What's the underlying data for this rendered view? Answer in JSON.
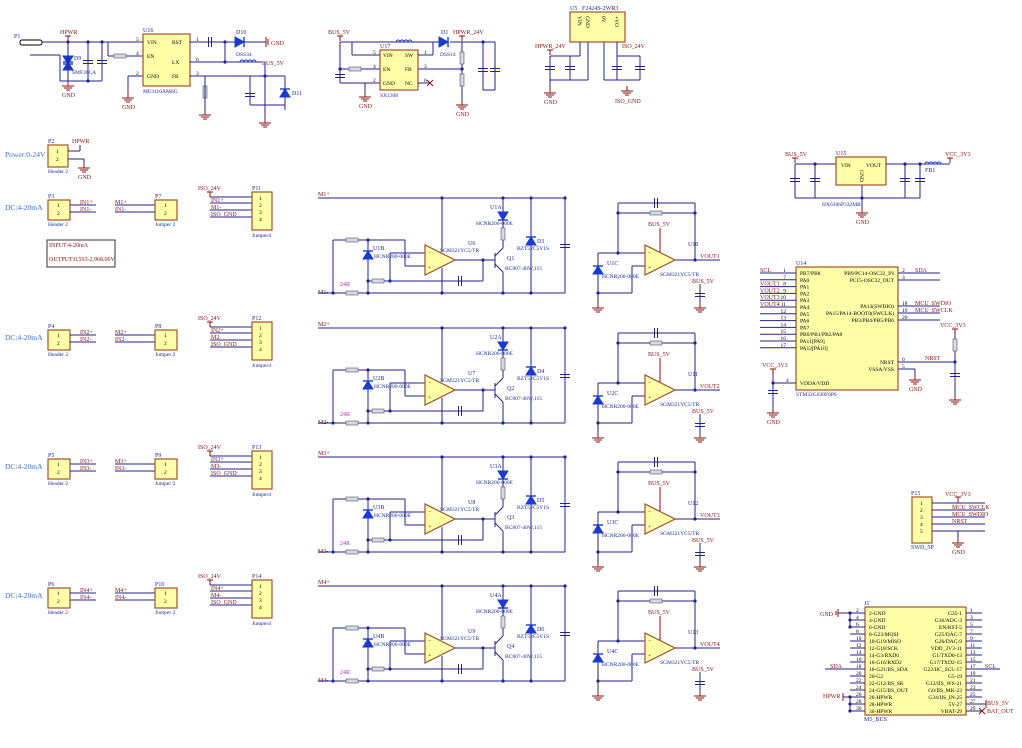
{
  "colors": {
    "wire": "#23238e",
    "net_label": "#8b1010",
    "designator": "#1a2a9a",
    "component_fill": "#ffffa8",
    "component_border": "#a0522d",
    "section_label": "#3a6fd8"
  },
  "power": {
    "p1": "P1",
    "u16": {
      "ref": "U16",
      "part": "ME3116AM6G",
      "pins_left": [
        [
          "VIN",
          "5"
        ],
        [
          "EN",
          "4"
        ],
        [
          "GND",
          "2"
        ]
      ],
      "pins_right": [
        [
          "BST",
          "1"
        ],
        [
          "LX",
          "6"
        ],
        [
          "FB",
          "3"
        ]
      ]
    },
    "d9": "D9",
    "d9_part": "SMF36CA",
    "d10": "D10",
    "d10_part": "DSS34",
    "d11": "D11",
    "u17": {
      "ref": "U17",
      "part": "SX1308",
      "pins_left": [
        [
          "VIN",
          "5"
        ],
        [
          "EN",
          "4"
        ],
        [
          "GND",
          "2"
        ]
      ],
      "pins_right": [
        [
          "SW",
          "1"
        ],
        [
          "FB",
          "3"
        ],
        [
          "NC",
          "6"
        ]
      ]
    },
    "d1": "D1",
    "d1_part": "DSS14",
    "u5": {
      "ref": "U5",
      "part": "F2424S-2WR3",
      "pins": [
        "VIN",
        "GND",
        "0V",
        "+VO"
      ]
    },
    "nets": {
      "hpwr": "HPWR",
      "gnd": "GND",
      "bus_5v": "BUS_5V",
      "hpwr_24v": "HPWR_24V",
      "iso_24v": "ISO_24V",
      "iso_gnd": "ISO_GND",
      "vcc_3v3": "VCC_3V3"
    }
  },
  "p2": {
    "ref": "P2",
    "type": "Header 2",
    "label": "Power:0-24V",
    "pins": [
      "1",
      "2"
    ]
  },
  "note": {
    "input": "INPUT:4-20mA",
    "output": "OUTPUT:0.593-2.968.06V"
  },
  "shared": {
    "dc_label": "DC:4-20mA",
    "header_type": "Header 2",
    "jumper2_type": "Jumper 2",
    "jumper4_type": "Jumper4",
    "opto_part": "HCNR200-000E",
    "amp_part": "SGM321YC5/TR",
    "q_part": "BC807-40W,115",
    "zener_part": "BZT52C5V1S",
    "r_sense": "24R",
    "pin1": "1",
    "pin2": "2",
    "pin3": "3",
    "pin4": "4"
  },
  "channels": [
    {
      "header": "P3",
      "jumper2": "P7",
      "jumper4": "P11",
      "in_plus": "IN1+",
      "in_minus": "IN1-",
      "m_plus": "M1+",
      "m_minus": "M1-",
      "opto_a": "U1A",
      "opto_b": "U1B",
      "opto_c": "U1C",
      "amp1": "U6",
      "q": "Q1",
      "zener": "D3",
      "amp2": "U10",
      "vout": "VOUT1"
    },
    {
      "header": "P4",
      "jumper2": "P8",
      "jumper4": "P12",
      "in_plus": "IN2+",
      "in_minus": "IN2-",
      "m_plus": "M2+",
      "m_minus": "M2-",
      "opto_a": "U2A",
      "opto_b": "U2B",
      "opto_c": "U2C",
      "amp1": "U7",
      "q": "Q2",
      "zener": "D4",
      "amp2": "U11",
      "vout": "VOUT2"
    },
    {
      "header": "P5",
      "jumper2": "P9",
      "jumper4": "P13",
      "in_plus": "IN3+",
      "in_minus": "IN3-",
      "m_plus": "M3+",
      "m_minus": "M3-",
      "opto_a": "U3A",
      "opto_b": "U3B",
      "opto_c": "U3C",
      "amp1": "U8",
      "q": "Q3",
      "zener": "D5",
      "amp2": "U12",
      "vout": "VOUT3"
    },
    {
      "header": "P6",
      "jumper2": "P10",
      "jumper4": "P14",
      "in_plus": "IN4+",
      "in_minus": "IN4-",
      "m_plus": "M4+",
      "m_minus": "M4-",
      "opto_a": "U4A",
      "opto_b": "U4B",
      "opto_c": "U4C",
      "amp1": "U9",
      "q": "Q4",
      "zener": "D6",
      "amp2": "U13",
      "vout": "VOUT4"
    }
  ],
  "ldo": {
    "ref": "U15",
    "part": "HX6306P332MR",
    "pins": [
      "VIN",
      "VOUT",
      "GND"
    ],
    "fb": "FB1"
  },
  "mcu": {
    "ref": "U14",
    "part": "STM32G030F6P6",
    "left": [
      [
        "1",
        "PB7/PB8",
        "SCL"
      ],
      [
        "7",
        "PA0",
        ""
      ],
      [
        "8",
        "PA1",
        "VOUT1"
      ],
      [
        "9",
        "PA2",
        "VOUT2"
      ],
      [
        "10",
        "PA3",
        "VOUT3"
      ],
      [
        "11",
        "PA4",
        "VOUT4"
      ],
      [
        "12",
        "PA5",
        ""
      ],
      [
        "13",
        "PA6",
        ""
      ],
      [
        "14",
        "PA7",
        ""
      ],
      [
        "15",
        "PB0/PB1/PB2/PA8",
        ""
      ],
      [
        "16",
        "PA11[PA9]",
        ""
      ],
      [
        "17",
        "PA12[PA10]",
        ""
      ]
    ],
    "right": [
      [
        "2",
        "PB9/PC14-OSC32_IN",
        "SDA"
      ],
      [
        "3",
        "PC15-OSC32_OUT",
        ""
      ],
      [
        "18",
        "PA13(SWDIO)",
        "MCU_SWDIO"
      ],
      [
        "19",
        "PA15/PA14-BOOT0(SWCLK)",
        "MCU_SWCLK"
      ],
      [
        "20",
        "PB3/PB4/PB5/PB6",
        ""
      ]
    ],
    "nrst": [
      "6",
      "NRST",
      "NRST"
    ],
    "vss": [
      "5",
      "VSSA/VSS"
    ],
    "vdd": [
      "4",
      "VDDA/VDD"
    ]
  },
  "swd": {
    "ref": "P15",
    "type": "SWD_5P",
    "pins": [
      "1",
      "2",
      "3",
      "4",
      "5"
    ],
    "nets": [
      "VCC_3V3",
      "MCU_SWCLK",
      "MCU_SWDIO",
      "NRST"
    ]
  },
  "bus": {
    "ref": "J1",
    "type": "M5_BUS",
    "left": [
      [
        "2",
        "2-GND"
      ],
      [
        "4",
        "4-GND"
      ],
      [
        "6",
        "6-GND"
      ],
      [
        "8",
        "8-G23/MOSI"
      ],
      [
        "10",
        "10-G19/MISO"
      ],
      [
        "12",
        "12-G18/SCK"
      ],
      [
        "14",
        "14-G3/RXD0"
      ],
      [
        "16",
        "16-G16/RXD2"
      ],
      [
        "18",
        "18-G21/IIS_SDA"
      ],
      [
        "20",
        "20-G2"
      ],
      [
        "22",
        "22-G12/IIS_SK"
      ],
      [
        "24",
        "24-G15/IIS_OUT"
      ],
      [
        "26",
        "26-HPWR"
      ],
      [
        "28",
        "28-HPWR"
      ],
      [
        "30",
        "30-HPWR"
      ]
    ],
    "right": [
      [
        "1",
        "G35-1"
      ],
      [
        "3",
        "G36/ADC-3"
      ],
      [
        "5",
        "EN/RST-5"
      ],
      [
        "7",
        "G25/DAC-7"
      ],
      [
        "9",
        "G26/DAC-9"
      ],
      [
        "11",
        "VDD_3V3-11"
      ],
      [
        "13",
        "G1/TXD0-13"
      ],
      [
        "15",
        "G17/TXD2-15"
      ],
      [
        "17",
        "G22/IIC_SCL-17"
      ],
      [
        "19",
        "G5-19"
      ],
      [
        "21",
        "G13/IIS_WS-21"
      ],
      [
        "23",
        "G0/IIS_MK-23"
      ],
      [
        "25",
        "G34/IIS_IN-25"
      ],
      [
        "27",
        "5V-27"
      ],
      [
        "29",
        "VBAT-29"
      ]
    ],
    "nets": {
      "gnd": "GND",
      "sda": "SDA",
      "hpwr": "HPWR",
      "scl": "SCL",
      "bus_5v": "BUS_5V",
      "bat_out": "BAT_OUT"
    }
  }
}
